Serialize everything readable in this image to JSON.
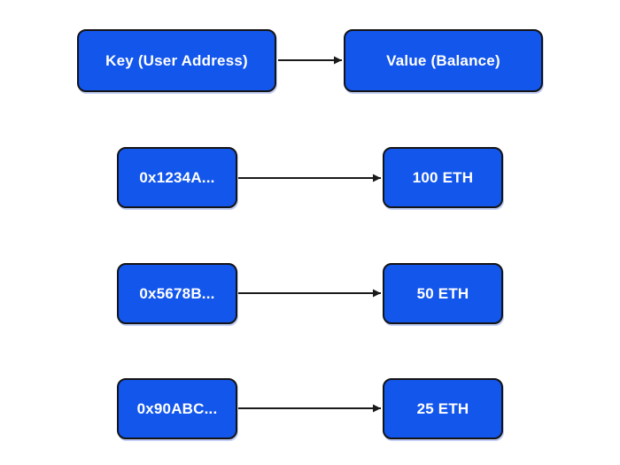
{
  "header": {
    "key_label": "Key (User Address)",
    "value_label": "Value (Balance)"
  },
  "rows": [
    {
      "key": "0x1234A...",
      "value": "100 ETH"
    },
    {
      "key": "0x5678B...",
      "value": "50 ETH"
    },
    {
      "key": "0x90ABC...",
      "value": "25 ETH"
    }
  ],
  "colors": {
    "box_fill": "#1356EC",
    "box_border": "#141414",
    "box_text": "#FFFFFF",
    "arrow": "#1A1A1A",
    "background": "#FFFFFF"
  }
}
